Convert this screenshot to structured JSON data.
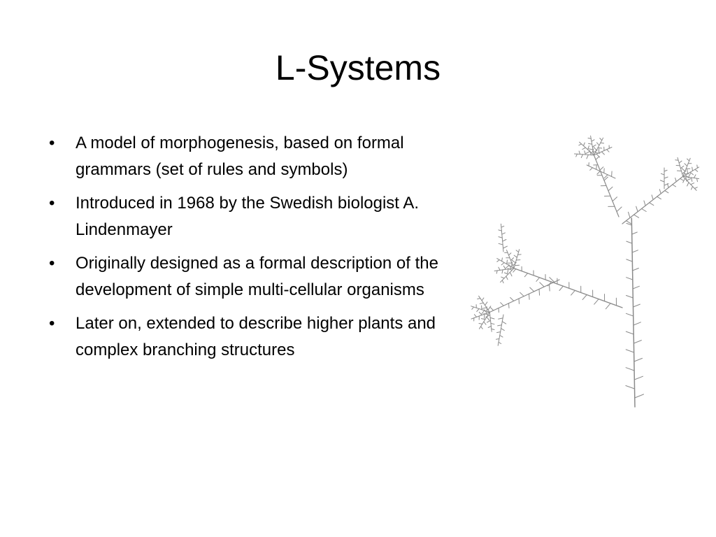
{
  "slide": {
    "title": "L-Systems",
    "bullet_symbol": "•",
    "bullets": [
      "A model of morphogenesis, based on formal grammars (set of rules and symbols)",
      "Introduced in 1968 by the Swedish biologist A. Lindenmayer",
      "Originally designed as a formal description of the development of simple multi-cellular organisms",
      "Later on, extended to describe higher plants and complex branching structures"
    ]
  },
  "colors": {
    "text": "#000000",
    "background": "#ffffff",
    "plant": "#8a8a8a"
  }
}
